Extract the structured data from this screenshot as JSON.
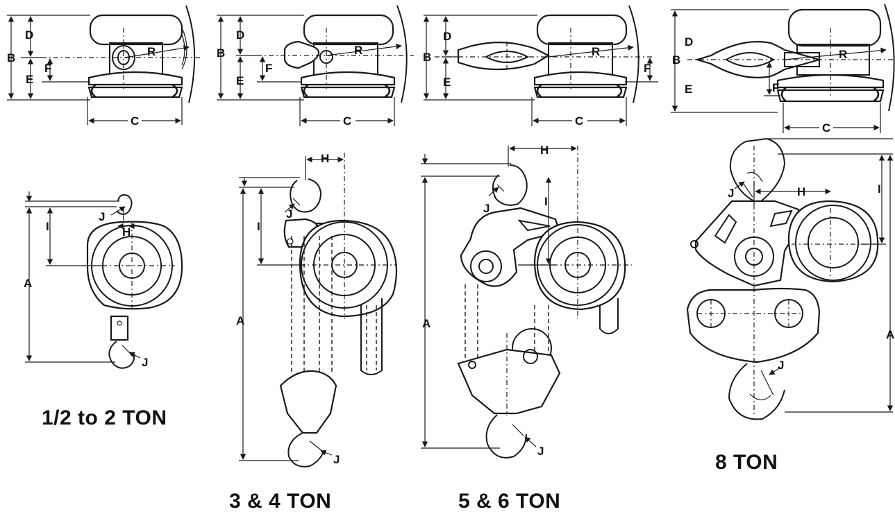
{
  "dimension_letters": {
    "a": "A",
    "b": "B",
    "c": "C",
    "d": "D",
    "e": "E",
    "f": "F",
    "h": "H",
    "i": "I",
    "j": "J",
    "r": "R"
  },
  "captions": {
    "half_to_2_ton": "1/2 to 2 TON",
    "three_four_ton": "3 & 4 TON",
    "five_six_ton": "5 & 6 TON",
    "eight_ton": "8 TON"
  }
}
